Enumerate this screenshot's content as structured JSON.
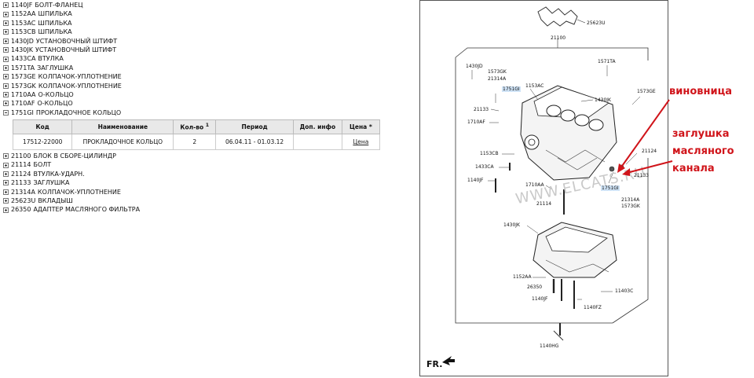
{
  "tree_top": [
    {
      "code": "1140JF",
      "name": "БОЛТ-ФЛАНЕЦ"
    },
    {
      "code": "1152AA",
      "name": "ШПИЛЬКА"
    },
    {
      "code": "1153AC",
      "name": "ШПИЛЬКА"
    },
    {
      "code": "1153CB",
      "name": "ШПИЛЬКА"
    },
    {
      "code": "1430JD",
      "name": "УСТАНОВОЧНЫЙ ШТИФТ"
    },
    {
      "code": "1430JK",
      "name": "УСТАНОВОЧНЫЙ ШТИФТ"
    },
    {
      "code": "1433CA",
      "name": "ВТУЛКА"
    },
    {
      "code": "1571TA",
      "name": "ЗАГЛУШКА"
    },
    {
      "code": "1573GE",
      "name": "КОЛПАЧОК-УПЛОТНЕНИЕ"
    },
    {
      "code": "1573GK",
      "name": "КОЛПАЧОК-УПЛОТНЕНИЕ"
    },
    {
      "code": "1710AA",
      "name": "О-КОЛЬЦО"
    },
    {
      "code": "1710AF",
      "name": "О-КОЛЬЦО"
    },
    {
      "code": "1751GI",
      "name": "ПРОКЛАДОЧНОЕ КОЛЬЦО",
      "expanded": true
    }
  ],
  "table": {
    "headers": {
      "code": "Код",
      "name": "Наименование",
      "qty": "Кол-во",
      "qty_sup": "1",
      "period": "Период",
      "info": "Доп. инфо",
      "price": "Цена *"
    },
    "row": {
      "code": "17512-22000",
      "name": "ПРОКЛАДОЧНОЕ КОЛЬЦО",
      "qty": "2",
      "period": "06.04.11 - 01.03.12",
      "info": "",
      "price": "Цена"
    }
  },
  "tree_bottom": [
    {
      "code": "21100",
      "name": "БЛОК В СБОРЕ-ЦИЛИНДР"
    },
    {
      "code": "21114",
      "name": "БОЛТ"
    },
    {
      "code": "21124",
      "name": "ВТУЛКА-УДАРН."
    },
    {
      "code": "21133",
      "name": "ЗАГЛУШКА"
    },
    {
      "code": "21314A",
      "name": "КОЛПАЧОК-УПЛОТНЕНИЕ"
    },
    {
      "code": "25623U",
      "name": "ВКЛАДЫШ"
    },
    {
      "code": "26350",
      "name": "АДАПТЕР МАСЛЯНОГО ФИЛЬТРА"
    }
  ],
  "diagram": {
    "labels": {
      "l25623U": "25623U",
      "l21100": "21100",
      "l1430JD": "1430JD",
      "l1573GK_a": "1573GK",
      "l21314A_a": "21314A",
      "l1751GI_a": "1751GI",
      "l1153AC": "1153AC",
      "l1571TA": "1571TA",
      "l1573GE": "1573GE",
      "l1430JK_a": "1430JK",
      "l21133_a": "21133",
      "l1710AF": "1710AF",
      "l1153CB": "1153CB",
      "l1433CA": "1433CA",
      "l1140JF_a": "1140JF",
      "l1710AA": "1710AA",
      "l21114": "21114",
      "l21124": "21124",
      "l21133_b": "21133",
      "l1751GI_b": "1751GI",
      "l21314A_b": "21314A",
      "l1573GK_b": "1573GK",
      "l1430JK_b": "1430JK",
      "l1152AA": "1152AA",
      "l26350": "26350",
      "l1140JF_b": "1140JF",
      "l11403C": "11403C",
      "l1140FZ": "1140FZ",
      "l1140HG": "1140HG"
    },
    "watermark": "WWW.ELCATS.RU",
    "fr_label": "FR."
  },
  "notes": {
    "culprit": "виновница",
    "plug_lines": [
      "заглушка",
      "масляного",
      "канала"
    ],
    "arrow_color": "#d0141a"
  }
}
